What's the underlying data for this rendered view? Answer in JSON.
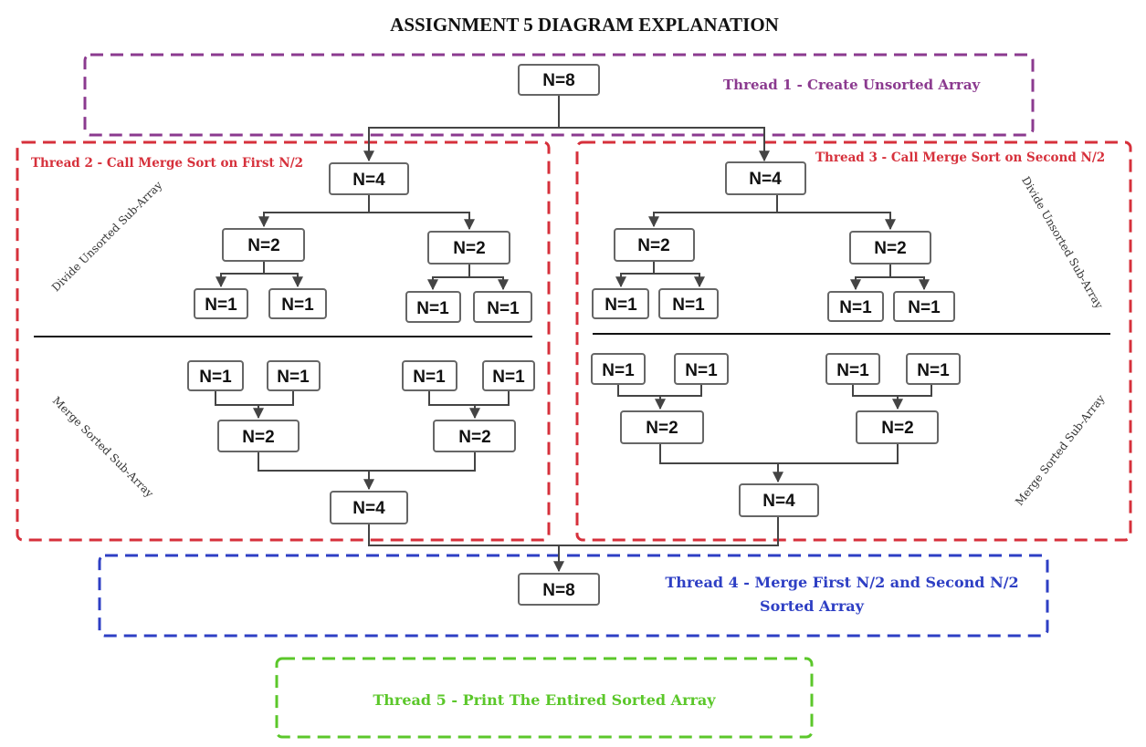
{
  "title": "ASSIGNMENT 5 DIAGRAM EXPLANATION",
  "colors": {
    "thread1": "#8b3a8f",
    "thread2": "#d6303b",
    "thread3": "#d6303b",
    "thread4": "#2e3fc4",
    "thread5": "#5bc72a",
    "node_border": "#666666",
    "connector": "#444444"
  },
  "threads": {
    "t1": {
      "label": "Thread 1 - Create Unsorted Array"
    },
    "t2": {
      "label": "Thread 2 - Call Merge Sort on First N/2"
    },
    "t3": {
      "label": "Thread 3 - Call Merge Sort on Second N/2"
    },
    "t4": {
      "label_line1": "Thread 4 - Merge First N/2 and Second N/2",
      "label_line2": "Sorted Array"
    },
    "t5": {
      "label": "Thread 5 - Print The Entired Sorted Array"
    }
  },
  "side_labels": {
    "divide": "Divide Unsorted Sub-Array",
    "merge": "Merge Sorted Sub-Array"
  },
  "nodes": {
    "root": "N=8",
    "n4": "N=4",
    "n2": "N=2",
    "n1": "N=1",
    "final": "N=8"
  }
}
